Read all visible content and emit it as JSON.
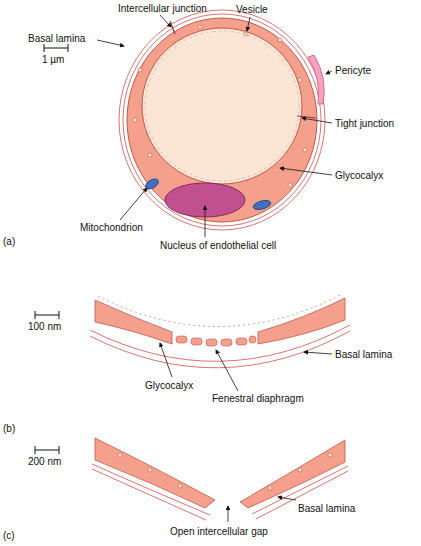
{
  "diagram": {
    "labels": [
      "Intercellular junction",
      "Vesicle",
      "Basal lamina",
      "Pericyte",
      "1 µm",
      "Tight junction",
      "Glycocalyx",
      "Mitochondrion",
      "Nucleus of endothelial cell",
      "(a)",
      "100 nm",
      "Basal lamina",
      "Glycocalyx",
      "Fenestral diaphragm",
      "(b)",
      "200 nm",
      "Basal lamina",
      "Open intercellular gap",
      "(c)"
    ]
  }
}
